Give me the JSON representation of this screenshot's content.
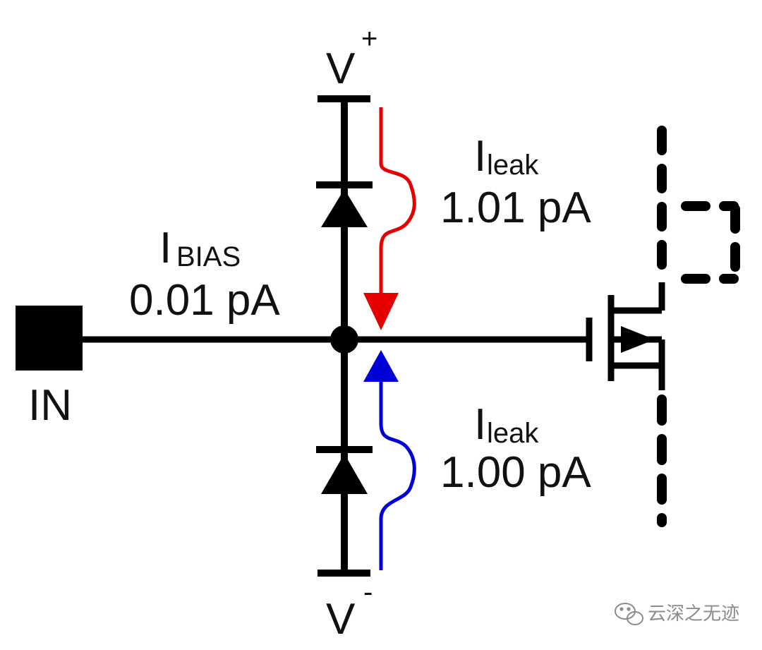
{
  "colors": {
    "wire": "#000000",
    "upper_leak_arrow": "#e60000",
    "lower_leak_arrow": "#0000d8",
    "watermark": "#8c8c8c"
  },
  "labels": {
    "supply_positive": {
      "main": "V",
      "sup": "+"
    },
    "supply_negative": {
      "main": "V",
      "sup": "-"
    },
    "input_pin": "IN",
    "bias_current": {
      "main": "I",
      "sub": "BIAS",
      "value": "0.01 pA"
    },
    "upper_leak": {
      "main": "I",
      "sub": "leak",
      "value": "1.01 pA"
    },
    "lower_leak": {
      "main": "I",
      "sub": "leak",
      "value": "1.00 pA"
    }
  },
  "icons": {
    "upper_diode": "diode-icon",
    "lower_diode": "diode-icon",
    "transistor": "mosfet-icon",
    "watermark_logo": "wechat-logo-icon"
  },
  "watermark": "云深之无迹"
}
